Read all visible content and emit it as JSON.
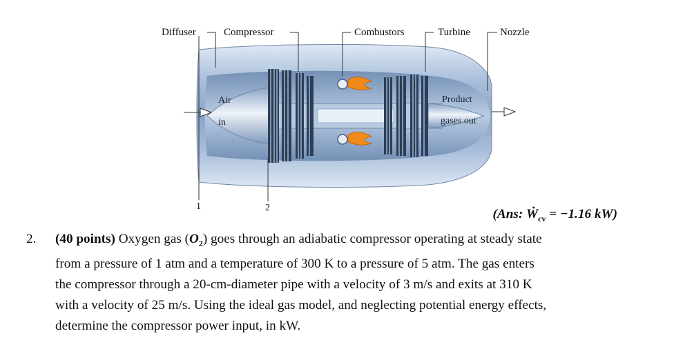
{
  "figure": {
    "labels": {
      "diffuser": "Diffuser",
      "compressor": "Compressor",
      "combustors": "Combustors",
      "turbine": "Turbine",
      "nozzle": "Nozzle",
      "air": "Air",
      "in": "in",
      "product": "Product",
      "gases_out": "gases out",
      "station1": "1",
      "station2": "2"
    },
    "colors": {
      "casing": "#9fb6d4",
      "inner": "#c8d8ea",
      "blades": "#2b3f5c",
      "flame": "#f08a1a"
    }
  },
  "problem": {
    "number": "2.",
    "points": "(40 points)",
    "line1a": "Oxygen gas (",
    "formula": "O",
    "formula_sub": "2",
    "line1b": ") goes through an adiabatic compressor operating at steady state",
    "line2": "from a pressure of 1 atm and a temperature of 300 K to a pressure of 5 atm. The gas enters",
    "line3": "the compressor through a 20-cm-diameter pipe with a velocity of 3 m/s and exits at 310 K",
    "line4": "with a velocity of 25 m/s. Using the ideal gas model, and neglecting potential energy effects,",
    "line5": "determine the compressor power input, in kW.",
    "answer_prefix": "(Ans: ",
    "answer_symbol": "Ẇ",
    "answer_sub": "cv",
    "answer_value": " = −1.16 kW)"
  }
}
